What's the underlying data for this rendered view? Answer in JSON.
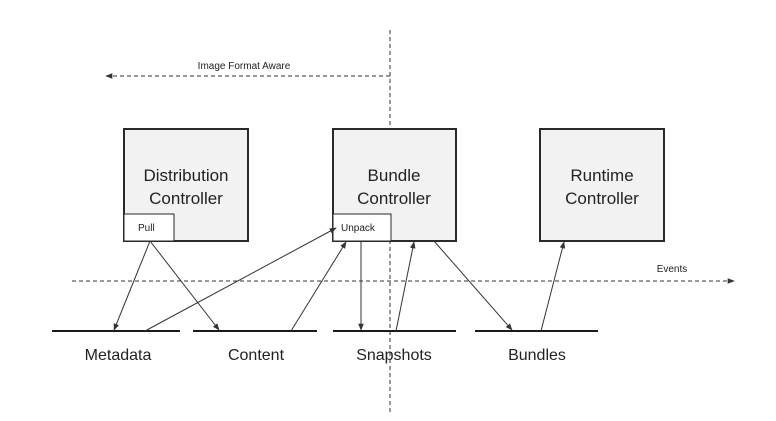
{
  "diagram": {
    "labels": {
      "image_format_aware": "Image Format Aware",
      "events": "Events"
    },
    "controllers": {
      "distribution": {
        "line1": "Distribution",
        "line2": "Controller",
        "tab": "Pull"
      },
      "bundle": {
        "line1": "Bundle",
        "line2": "Controller",
        "tab": "Unpack"
      },
      "runtime": {
        "line1": "Runtime",
        "line2": "Controller"
      }
    },
    "stores": {
      "metadata": "Metadata",
      "content": "Content",
      "snapshots": "Snapshots",
      "bundles": "Bundles"
    }
  }
}
